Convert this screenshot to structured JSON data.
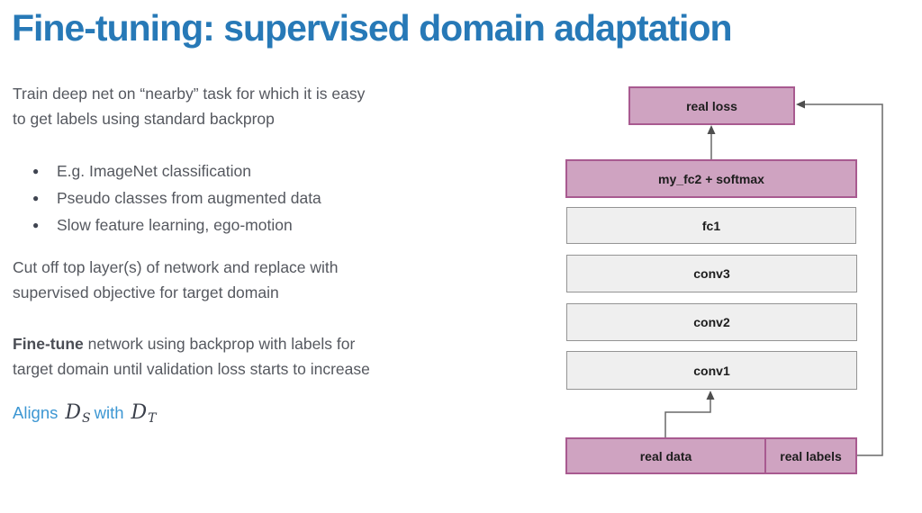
{
  "title": "Fine-tuning: supervised domain adaptation",
  "left_panel": {
    "paragraph1": {
      "line1": "Train deep net on “nearby” task for which it is easy",
      "line2": "to get labels using standard backprop"
    },
    "bullets": [
      {
        "label": "E.g. ImageNet classification"
      },
      {
        "label": "Pseudo classes from augmented data"
      },
      {
        "label": "Slow feature learning, ego-motion"
      }
    ],
    "paragraph2": {
      "line1": "Cut off top layer(s) of network and replace with",
      "line2": "supervised objective for target domain"
    },
    "paragraph3": {
      "bold": "Fine-tune",
      "line1_rest": "network using backprop with labels for",
      "line2": "target domain until validation loss starts to increase"
    },
    "aligns": {
      "word1": "Aligns",
      "math1_base": "D",
      "math1_sub": "S",
      "word2": "with",
      "math2_base": "D",
      "math2_sub": "T"
    }
  },
  "diagram": {
    "boxes": [
      {
        "id": "real-loss",
        "label": "real loss",
        "style": "pink"
      },
      {
        "id": "my-fc2-softmax",
        "label": "my_fc2 + softmax",
        "style": "pink"
      },
      {
        "id": "fc1",
        "label": "fc1",
        "style": "gray"
      },
      {
        "id": "conv3",
        "label": "conv3",
        "style": "gray"
      },
      {
        "id": "conv2",
        "label": "conv2",
        "style": "gray"
      },
      {
        "id": "conv1",
        "label": "conv1",
        "style": "gray"
      },
      {
        "id": "real-data",
        "label": "real data",
        "style": "pink"
      },
      {
        "id": "real-labels",
        "label": "real labels",
        "style": "pink"
      }
    ],
    "arrows": [
      {
        "id": "myfc2-to-realloss",
        "from": "my_fc2 + softmax",
        "to": "real loss"
      },
      {
        "id": "realdata-to-conv1",
        "from": "real data",
        "to": "conv1"
      },
      {
        "id": "reallabels-to-realloss",
        "from": "real labels",
        "to": "real loss"
      }
    ],
    "colors": {
      "pink_fill": "#cfa3c1",
      "pink_border": "#a85a90",
      "gray_fill": "#efefef",
      "gray_border": "#949494",
      "wire": "#686868"
    }
  },
  "colors": {
    "title_blue": "#2779b7",
    "body_text": "#55585f",
    "accent_blue": "#3d97d3"
  }
}
